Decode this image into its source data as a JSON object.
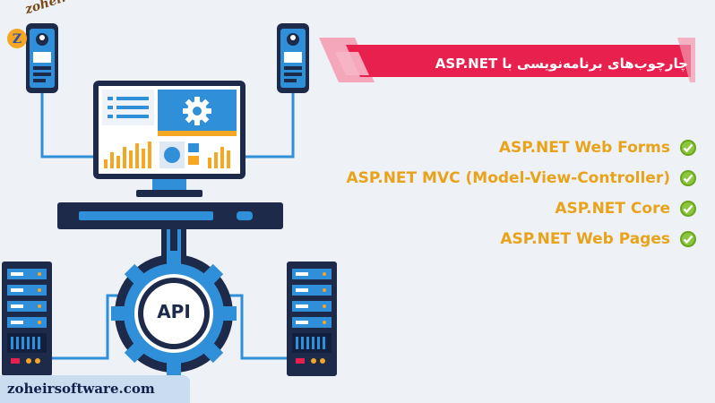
{
  "brand": {
    "logo_text": "zoheirsoftware",
    "footer_url": "zoheirsoftware.com"
  },
  "banner": {
    "title": "چارچوب‌های برنامه‌نویسی با ASP.NET"
  },
  "frameworks": [
    {
      "label": "ASP.NET Web Forms"
    },
    {
      "label": "ASP.NET MVC (Model-View-Controller)"
    },
    {
      "label": "ASP.NET Core"
    },
    {
      "label": "ASP.NET Web Pages"
    }
  ],
  "illustration": {
    "hub_label": "API",
    "icons": [
      "monitor-icon",
      "gear-icon",
      "server-rack-icon",
      "phone-icon",
      "api-gear-icon",
      "check-icon"
    ]
  },
  "colors": {
    "background": "#eef1f6",
    "banner_red": "#e8204e",
    "banner_pink": "#f49ab0",
    "accent_orange": "#e8a31b",
    "navy": "#1e2a4a",
    "blue": "#2f8fd8",
    "check_green": "#6aa51a"
  }
}
